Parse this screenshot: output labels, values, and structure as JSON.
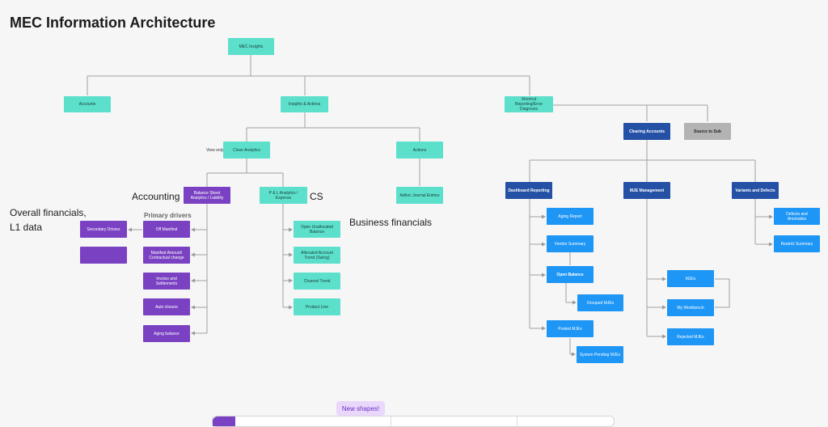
{
  "page": {
    "title": "MEC Information Architecture",
    "badge_new_shapes": "New shapes!"
  },
  "annotations": {
    "accounting": "Accounting",
    "cs": "CS",
    "overall_line1": "Overall financials,",
    "overall_line2": "L1 data",
    "primary_drivers": "Primary drivers",
    "business_financials": "Business financials",
    "view_only": "View only"
  },
  "nodes": {
    "mec_insights": "MEC Insights",
    "accounts": "Accounts",
    "insights_actions": "Insights & Actions",
    "shortcut_reporting": "Shortcut Reporting/Error Diagnosis",
    "close_analytics": "Close Analytics",
    "actions": "Actions",
    "balance_sheet": "Balance Sheet Analytics / Liability",
    "pl_analytics": "P & L Analytics / Expense",
    "adhoc_journal": "Adhoc Journal Entries",
    "secondary_drivers": "Secondary Drivers",
    "off_manifest": "Off Manifest",
    "manifest_amount": "Manifest Amount/ Contractual change",
    "blank_purple": "",
    "invoice_settlements": "Invoice and Settlements",
    "auto_closure": "Auto closure",
    "aging_balance": "Aging balance",
    "open_unallocated": "Open Unallocated Balance",
    "allocated_trend": "Allocated Account Trend (Swing)",
    "channel_trend": "Channel Trend",
    "product_line": "Product Line",
    "clearing_accounts": "Clearing Accounts",
    "source_to_sub": "Source to Sub",
    "dashboard_reporting": "Dashboard Reporting",
    "mje_management": "MJE Management",
    "variants_defects": "Variants and Defects",
    "aging_report": "Aging Report",
    "vendor_summary": "Vendor Summary",
    "open_balance": "Open Balance",
    "grouped_mjes": "Grouped MJEs",
    "posted_mjes": "Posted MJEs",
    "system_pending": "System Pending MJEs",
    "mjes": "MJEs",
    "my_workbench": "My Workbench",
    "rejected_mjes": "Rejected MJEs",
    "defects_anomalies": "Defects and Anomalies",
    "restrict_summary": "Restrict Summary"
  },
  "colors": {
    "teal": "#5ce0cc",
    "purple": "#7a42c2",
    "navy": "#2450a6",
    "blue": "#1e96f5",
    "grey": "#b3b3b3",
    "connector": "#9a9a9a"
  }
}
